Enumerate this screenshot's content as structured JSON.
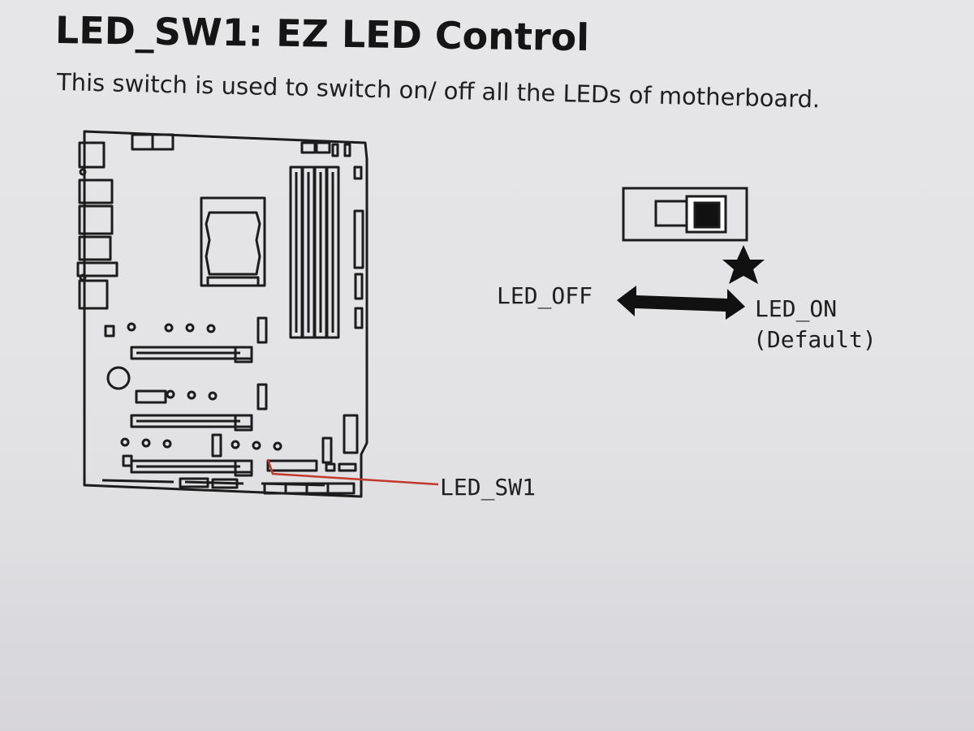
{
  "heading": {
    "title": "LED_SW1: EZ LED Control",
    "description": "This switch is used to switch on/ off all the LEDs of motherboard."
  },
  "diagram": {
    "callout_label": "LED_SW1",
    "switch": {
      "left_label": "LED_OFF",
      "right_label": "LED_ON",
      "right_note": "(Default)"
    },
    "colors": {
      "line": "#1c1c1c",
      "callout": "#c0392b"
    }
  }
}
